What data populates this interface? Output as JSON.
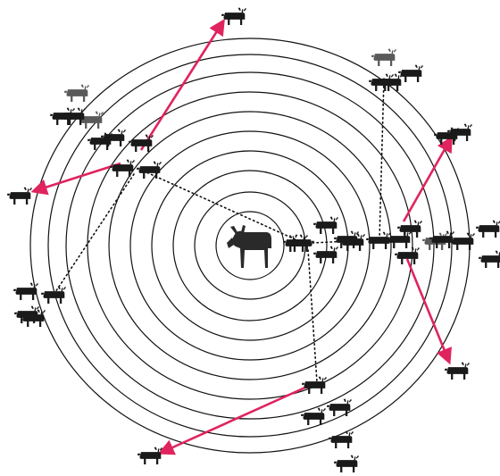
{
  "diagram": {
    "type": "concentric-rings",
    "ring_count": 10,
    "background": "#ffffff",
    "ring_color": "#111111",
    "arrow_color": "#e0245e",
    "dotted_color": "#111111",
    "animal_color": "#1a1a1a",
    "animal_faded_color": "#5a5a5a",
    "center_animal_color": "#2a2a2a",
    "center_icon": "moose-icon",
    "animal_icon": "moose-icon",
    "center_count": 1,
    "animal_count": 43,
    "arrow_count": 6,
    "dotted_link_count": 5
  }
}
